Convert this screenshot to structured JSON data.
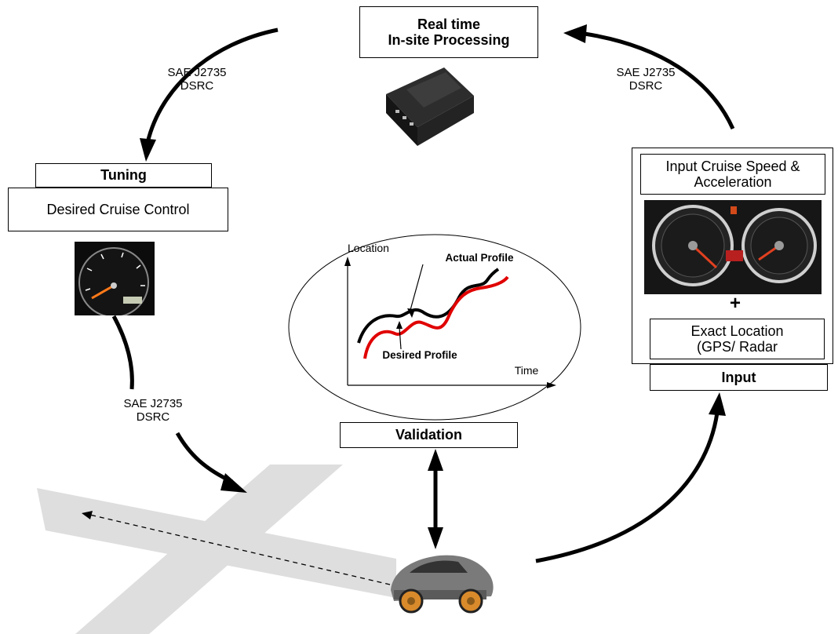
{
  "processing": {
    "title": "Real time\nIn-site Processing"
  },
  "protocol_labels": {
    "top_left": "SAE J2735\nDSRC",
    "top_right": "SAE J2735\nDSRC",
    "bottom_left": "SAE J2735\nDSRC"
  },
  "tuning": {
    "header": "Tuning",
    "desired": "Desired Cruise Control"
  },
  "input": {
    "speed": "Input Cruise Speed &\nAcceleration",
    "plus": "+",
    "location": "Exact Location\n(GPS/ Radar",
    "footer": "Input"
  },
  "validation": {
    "footer": "Validation",
    "plot": {
      "y_label": "Location",
      "x_label": "Time",
      "actual_label": "Actual Profile",
      "desired_label": "Desired Profile"
    }
  },
  "colors": {
    "actual_profile": "#000000",
    "desired_profile": "#e00000",
    "road": "#dedede",
    "accent_orange": "#d98a2b"
  }
}
